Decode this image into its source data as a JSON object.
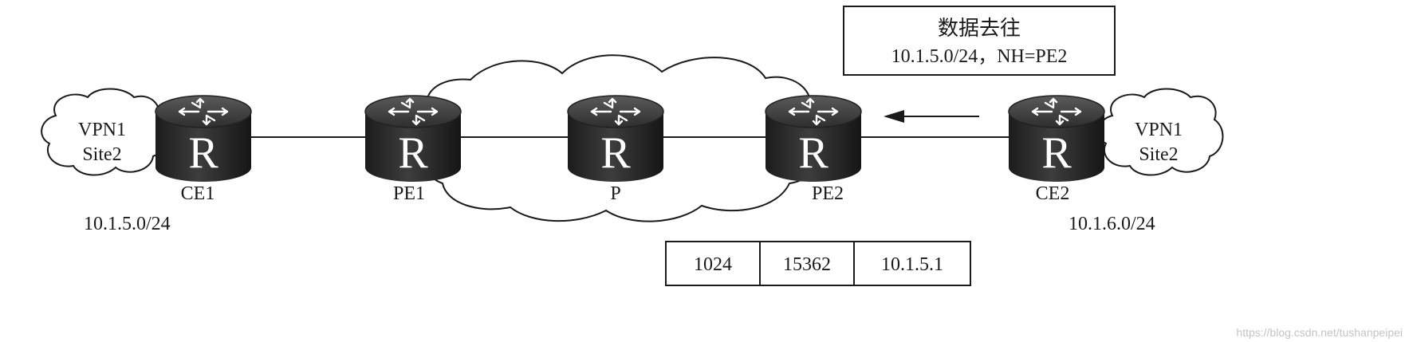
{
  "info_box": {
    "title": "数据去往",
    "route": "10.1.5.0/24，NH=PE2"
  },
  "sites": {
    "left": {
      "line1": "VPN1",
      "line2": "Site2",
      "prefix": "10.1.5.0/24"
    },
    "right": {
      "line1": "VPN1",
      "line2": "Site2",
      "prefix": "10.1.6.0/24"
    }
  },
  "routers": {
    "ce1": {
      "symbol": "R",
      "label": "CE1"
    },
    "pe1": {
      "symbol": "R",
      "label": "PE1"
    },
    "p": {
      "symbol": "R",
      "label": "P"
    },
    "pe2": {
      "symbol": "R",
      "label": "PE2"
    },
    "ce2": {
      "symbol": "R",
      "label": "CE2"
    }
  },
  "label_stack": {
    "cells": [
      "1024",
      "15362",
      "10.1.5.1"
    ]
  },
  "flow_direction": "CE2 to PE2",
  "watermark": "https://blog.csdn.net/tushanpeipei",
  "colors": {
    "router_dark": "#2b2b2b",
    "router_top": "#4a4a4a",
    "line": "#1a1a1a"
  }
}
